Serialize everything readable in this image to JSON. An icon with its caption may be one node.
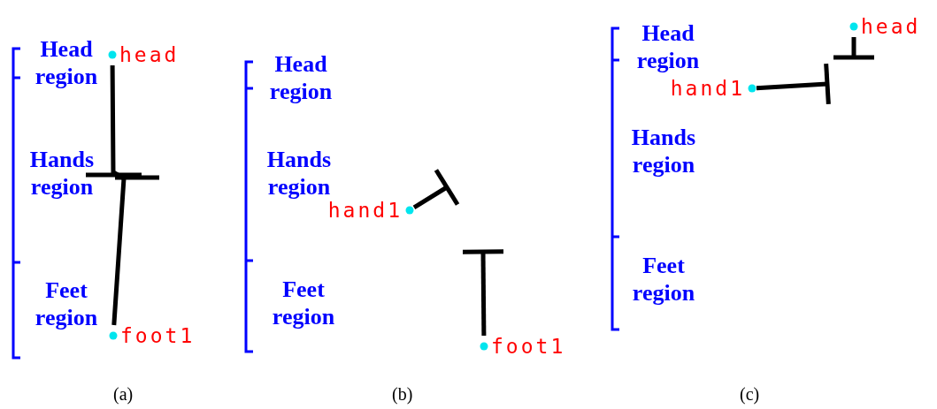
{
  "diagram": {
    "nodes": [
      {
        "text": [
          "head"
        ]
      },
      {
        "text": [
          "foot1"
        ]
      },
      {
        "text": [
          "hand1"
        ]
      },
      {
        "text": [
          "foot1"
        ]
      },
      {
        "text": [
          "hand1"
        ]
      },
      {
        "text": [
          "head"
        ]
      }
    ],
    "edges": [
      {
        "from": 0,
        "to": 1,
        "arrow": "none"
      },
      {
        "from": 2,
        "to": null,
        "arrow": "other"
      },
      {
        "from": 3,
        "to": null,
        "arrow": "other"
      },
      {
        "from": 4,
        "to": null,
        "arrow": "other"
      },
      {
        "from": 5,
        "to": null,
        "arrow": "other"
      }
    ],
    "labels": [
      "Head region",
      "Hands region",
      "Feet region",
      "Head region",
      "Hands region",
      "Feet region",
      "Head region",
      "Hands region",
      "Feet region",
      "(a)",
      "(b)",
      "(c)"
    ]
  }
}
